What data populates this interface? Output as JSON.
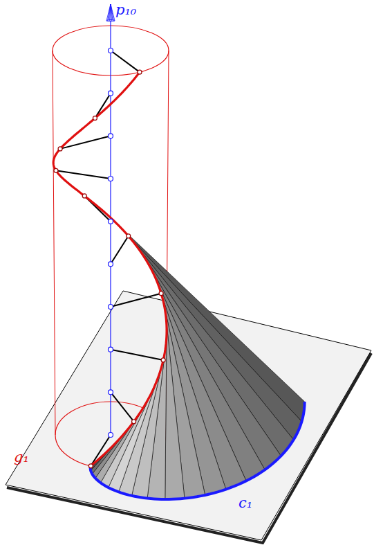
{
  "diagram": {
    "labels": [
      "p₁₀",
      "g₁",
      "c₁"
    ]
  }
}
